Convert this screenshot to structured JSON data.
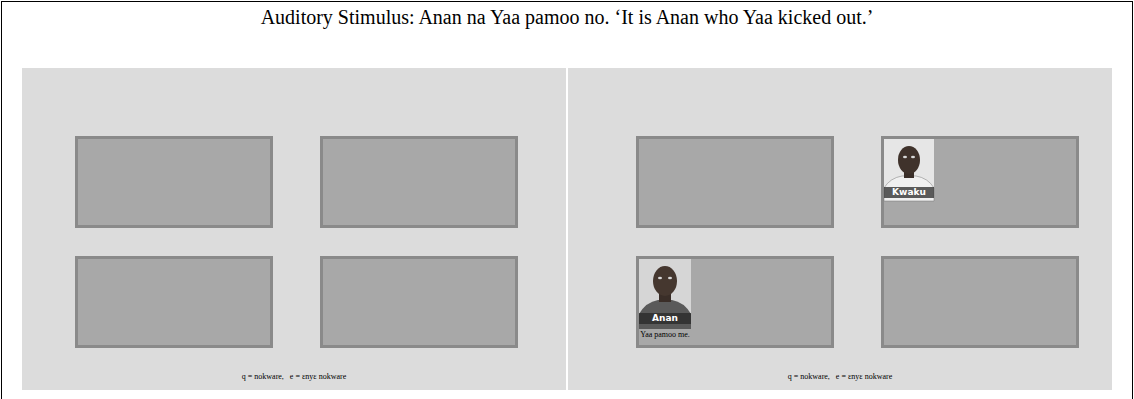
{
  "diagram": {
    "title": "Auditory Stimulus: Anan na Yaa pamoo no. ‘It is Anan who Yaa kicked out.’",
    "nodes": [
      {
        "text": [
          "q = nokware,   e = ɛnyɛ nokware"
        ]
      },
      {
        "text": [
          "q = nokware,   e = ɛnyɛ nokware"
        ]
      },
      {
        "text": [
          "Kwaku"
        ],
        "in": 1
      },
      {
        "text": [
          "Anan",
          "Yaa pamoo me."
        ],
        "in": 1
      }
    ]
  }
}
